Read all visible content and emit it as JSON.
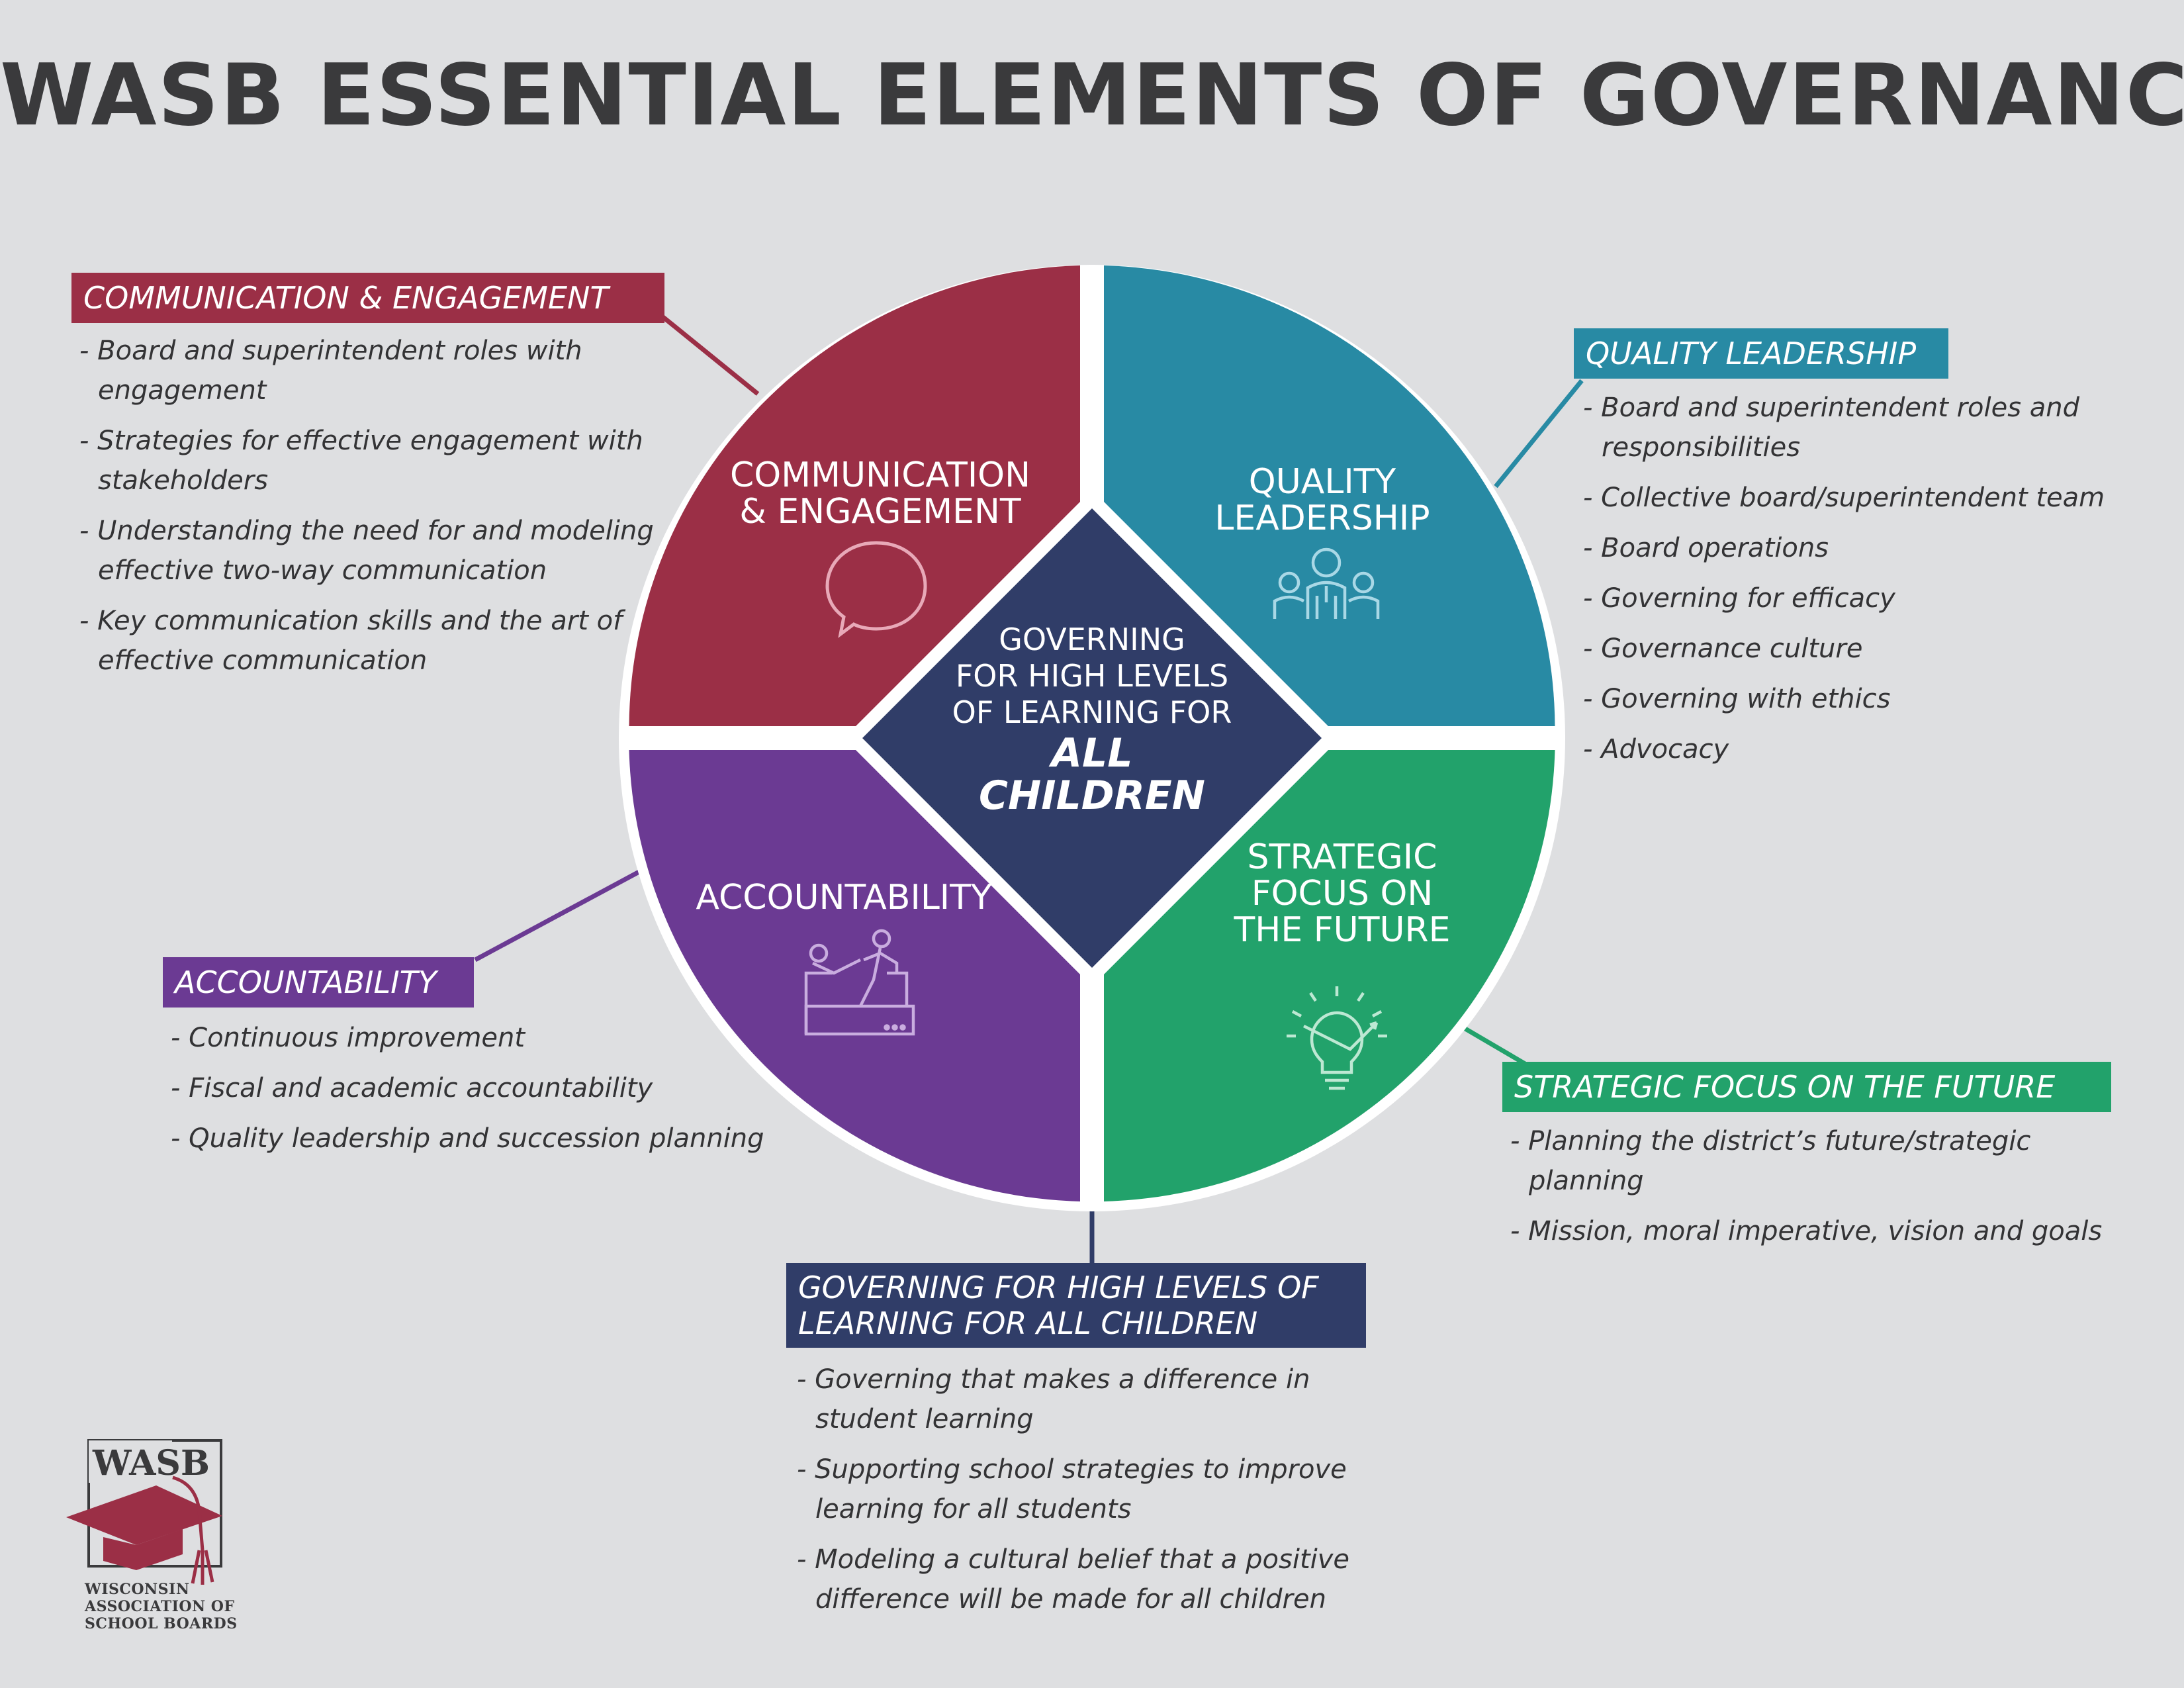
{
  "title": "WASB ESSENTIAL ELEMENTS OF GOVERNANCE",
  "colors": {
    "communication": "#9b2f46",
    "quality": "#288aa4",
    "strategic": "#22a26b",
    "accountability": "#6b3a93",
    "center": "#303d68",
    "background": "#dedfe1"
  },
  "wheel": {
    "communication": {
      "line1": "COMMUNICATION",
      "line2": "& ENGAGEMENT",
      "icon": "speech-bubble-icon"
    },
    "quality": {
      "line1": "QUALITY",
      "line2": "LEADERSHIP",
      "icon": "team-people-icon"
    },
    "accountability": {
      "label": "ACCOUNTABILITY",
      "icon": "climbing-help-icon"
    },
    "strategic": {
      "line1": "STRATEGIC",
      "line2": "FOCUS ON",
      "line3": "THE FUTURE",
      "icon": "lightbulb-icon"
    },
    "center": {
      "line1": "GOVERNING",
      "line2": "FOR HIGH LEVELS",
      "line3": "OF LEARNING FOR",
      "line4": "ALL",
      "line5": "CHILDREN"
    }
  },
  "sections": {
    "communication": {
      "header": "COMMUNICATION & ENGAGEMENT",
      "items": [
        "Board and superintendent roles with engagement",
        "Strategies for effective engagement with stakeholders",
        "Understanding the need for and modeling effective two-way communication",
        "Key communication skills and the art of effective communication"
      ]
    },
    "quality": {
      "header": "QUALITY LEADERSHIP",
      "items": [
        "Board and superintendent roles and responsibilities",
        "Collective board/superintendent team",
        "Board operations",
        "Governing for efficacy",
        "Governance culture",
        "Governing with ethics",
        "Advocacy"
      ]
    },
    "accountability": {
      "header": "ACCOUNTABILITY",
      "items": [
        "Continuous improvement",
        "Fiscal and academic accountability",
        "Quality leadership and succession planning"
      ]
    },
    "strategic": {
      "header": "STRATEGIC FOCUS ON THE FUTURE",
      "items": [
        "Planning the district’s future/strategic planning",
        "Mission, moral imperative, vision and goals"
      ]
    },
    "governing": {
      "header_line1": "GOVERNING FOR HIGH LEVELS OF",
      "header_line2": "LEARNING FOR ALL CHILDREN",
      "items": [
        "Governing that makes a difference in student learning",
        "Supporting school strategies to improve learning for all students",
        "Modeling a cultural belief that a positive difference will be made for all children"
      ]
    }
  },
  "logo": {
    "word": "WASB",
    "line1": "WISCONSIN",
    "line2": "ASSOCIATION OF",
    "line3": "SCHOOL BOARDS"
  }
}
